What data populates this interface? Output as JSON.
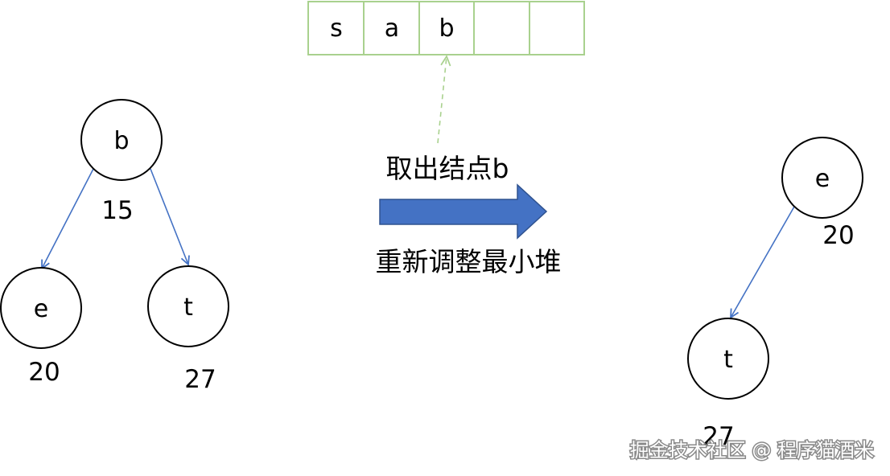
{
  "array": {
    "cells": [
      "s",
      "a",
      "b",
      "",
      ""
    ],
    "border_color": "#a9d18e"
  },
  "left_tree": {
    "root": {
      "label": "b",
      "weight": "15"
    },
    "left_child": {
      "label": "e",
      "weight": "20"
    },
    "right_child": {
      "label": "t",
      "weight": "27"
    }
  },
  "right_tree": {
    "root": {
      "label": "e",
      "weight": "20"
    },
    "child": {
      "label": "t",
      "weight": "27"
    }
  },
  "captions": {
    "take_out": "取出结点b",
    "readjust": "重新调整最小堆"
  },
  "watermark": "掘金技术社区 @ 程序猫酒米",
  "colors": {
    "edge": "#4472c4",
    "big_arrow": "#4472c4",
    "dashed_arrow": "#a9d18e"
  }
}
